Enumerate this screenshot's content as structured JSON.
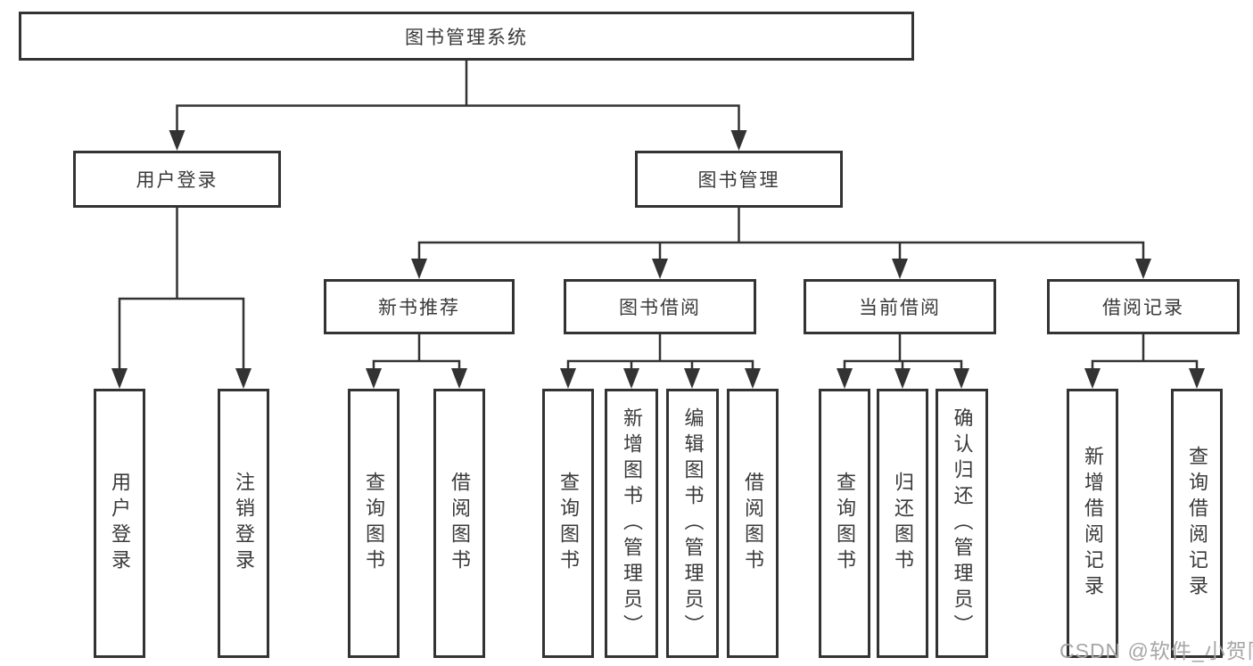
{
  "diagram": {
    "title": "图书管理系统",
    "colors": {
      "line": "#333333",
      "box_border": "#333333",
      "text": "#3a3a3a",
      "watermark": "#a6a6a6",
      "background": "#ffffff"
    },
    "root": {
      "label": "图书管理系统"
    },
    "branches": [
      {
        "label": "用户登录",
        "children": [
          {
            "label": "用户登录"
          },
          {
            "label": "注销登录"
          }
        ]
      },
      {
        "label": "图书管理",
        "children": [
          {
            "label": "新书推荐",
            "children": [
              {
                "label": "查询图书"
              },
              {
                "label": "借阅图书"
              }
            ]
          },
          {
            "label": "图书借阅",
            "children": [
              {
                "label": "查询图书"
              },
              {
                "label": "新增图书（管理员）"
              },
              {
                "label": "编辑图书（管理员）"
              },
              {
                "label": "借阅图书"
              }
            ]
          },
          {
            "label": "当前借阅",
            "children": [
              {
                "label": "查询图书"
              },
              {
                "label": "归还图书"
              },
              {
                "label": "确认归还（管理员）"
              }
            ]
          },
          {
            "label": "借阅记录",
            "children": [
              {
                "label": "新增借阅记录"
              },
              {
                "label": "查询借阅记录"
              }
            ]
          }
        ]
      }
    ],
    "watermark": "CSDN @软件_小贺同学"
  }
}
